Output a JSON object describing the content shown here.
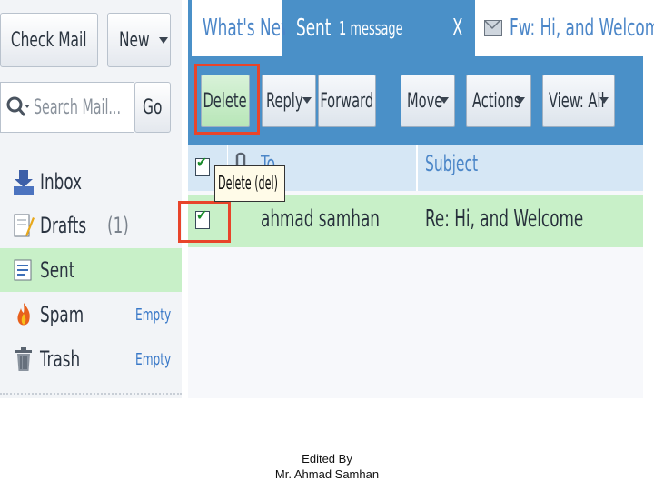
{
  "left": {
    "check_mail": "Check Mail",
    "new": "New",
    "search_placeholder": "Search Mail...",
    "go": "Go",
    "folders": [
      {
        "label": "Inbox",
        "count": "",
        "action": ""
      },
      {
        "label": "Drafts",
        "count": "(1)",
        "action": ""
      },
      {
        "label": "Sent",
        "count": "",
        "action": ""
      },
      {
        "label": "Spam",
        "count": "",
        "action": "Empty"
      },
      {
        "label": "Trash",
        "count": "",
        "action": "Empty"
      }
    ]
  },
  "tabs": [
    {
      "label": "What's New"
    },
    {
      "label": "Sent",
      "meta": "1 message",
      "close": "X"
    },
    {
      "label": "Fw: Hi, and Welcome"
    }
  ],
  "toolbar": {
    "delete": "Delete",
    "reply": "Reply",
    "forward": "Forward",
    "move": "Move",
    "actions": "Actions",
    "view": "View: All"
  },
  "list": {
    "header_to": "To",
    "header_subject": "Subject",
    "rows": [
      {
        "to": "ahmad samhan",
        "subject": "Re: Hi, and Welcome"
      }
    ]
  },
  "tooltip": "Delete (del)",
  "caption": {
    "line1": "Edited By",
    "line2": "Mr. Ahmad Samhan"
  },
  "colors": {
    "toolbar": "#4a90c8",
    "selected_row": "#c8f0c8",
    "highlight": "#e8442a"
  }
}
